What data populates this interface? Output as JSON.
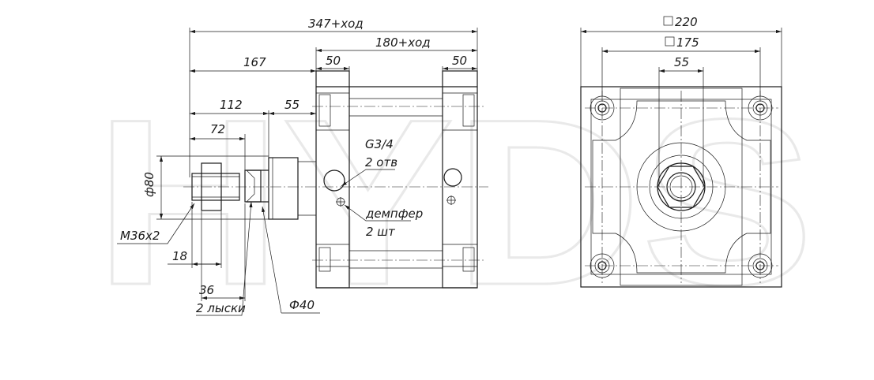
{
  "watermark": "HYDS",
  "dimensions": {
    "overall_length": "347+ход",
    "body_length": "180+ход",
    "front_cover": "50",
    "rear_cover": "50",
    "rod_extension": "167",
    "rod_to_neck": "112",
    "neck": "55",
    "rod_to_wrench_flats": "72",
    "bore_diameter": "ф80",
    "thread": "М36х2",
    "thread_length": "18",
    "wrench_flats": "36",
    "wrench_flats_note": "2 лыски",
    "rod_diameter": "Ф40",
    "square_outer": "220",
    "square_inner": "175",
    "center_boss": "55"
  },
  "callouts": {
    "ports": "G3/4",
    "ports_count": "2 отв",
    "damper": "демпфер",
    "damper_count": "2 шт"
  }
}
